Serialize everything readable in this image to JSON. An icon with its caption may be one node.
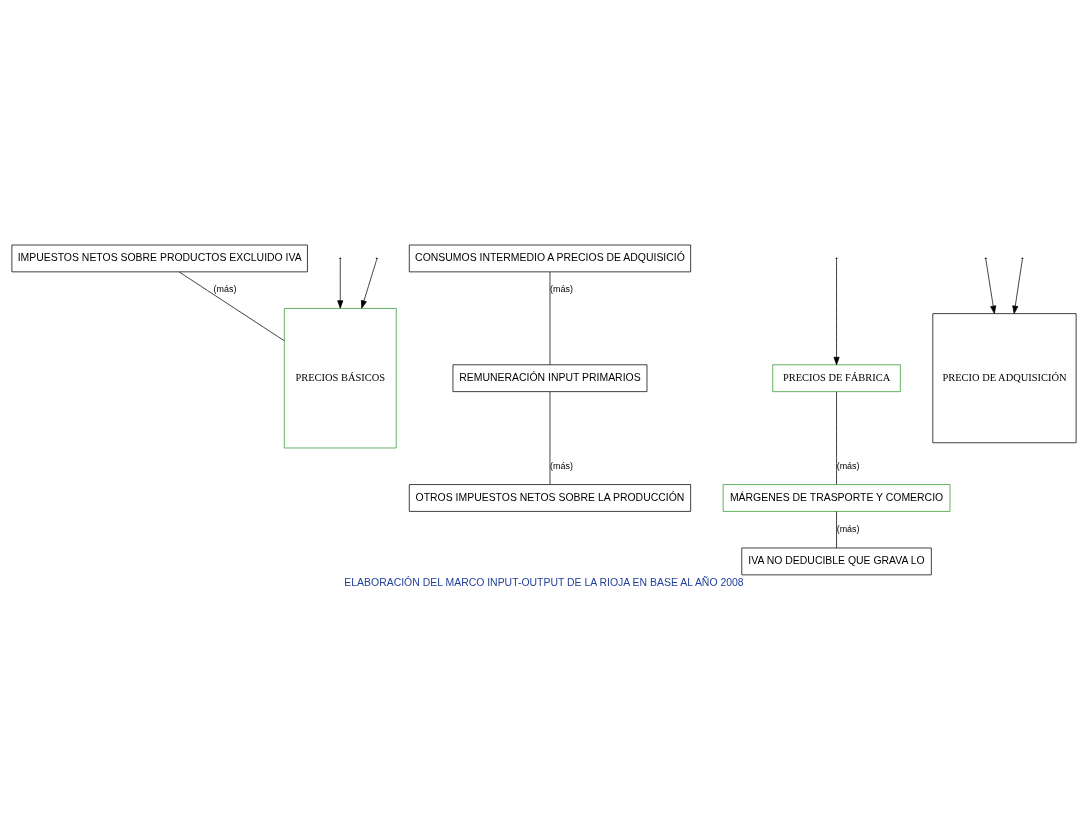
{
  "diagram": {
    "caption": "ELABORACIÓN DEL MARCO INPUT-OUTPUT DE LA RIOJA EN BASE AL AÑO 2008",
    "nodes": [
      {
        "text": [
          "IMPUESTOS NETOS SOBRE PRODUCTOS EXCLUIDO IVA"
        ]
      },
      {
        "text": [
          "CONSUMOS INTERMEDIO A PRECIOS DE ADQUISICIÓ"
        ]
      },
      {
        "text": [
          "PRECIOS DE FÁBRICA"
        ]
      },
      {
        "text": [
          "PRECIOS BÁSICOS"
        ]
      },
      {
        "text": [
          "MÁRGENES DE TRASPORTE Y COMERCIO"
        ]
      },
      {
        "text": [
          "PRECIO DE ADQUISICIÓN"
        ]
      },
      {
        "text": [
          "REMUNERACIÓN INPUT PRIMARIOS"
        ]
      },
      {
        "text": [
          "OTROS IMPUESTOS NETOS SOBRE LA PRODUCCIÓN"
        ]
      },
      {
        "text": [
          "IVA NO DEDUCIBLE QUE GRAVA LO"
        ]
      }
    ],
    "edges": [
      {
        "from": 0,
        "to": 3,
        "arrow": "none",
        "label": "(más)"
      },
      {
        "from": null,
        "to": 2,
        "arrow": "to"
      },
      {
        "from": 1,
        "to": 6,
        "arrow": "none",
        "label": "(más)"
      },
      {
        "from": null,
        "to": 3,
        "arrow": "to"
      },
      {
        "from": 2,
        "to": 4,
        "arrow": "none",
        "label": "(más)"
      },
      {
        "from": null,
        "to": 5,
        "arrow": "to"
      },
      {
        "from": 6,
        "to": 7,
        "arrow": "none",
        "label": "(más)"
      },
      {
        "from": null,
        "to": 3,
        "arrow": "to"
      },
      {
        "from": 4,
        "to": 8,
        "arrow": "none",
        "label": "(más)"
      },
      {
        "from": null,
        "to": 5,
        "arrow": "to"
      }
    ]
  }
}
